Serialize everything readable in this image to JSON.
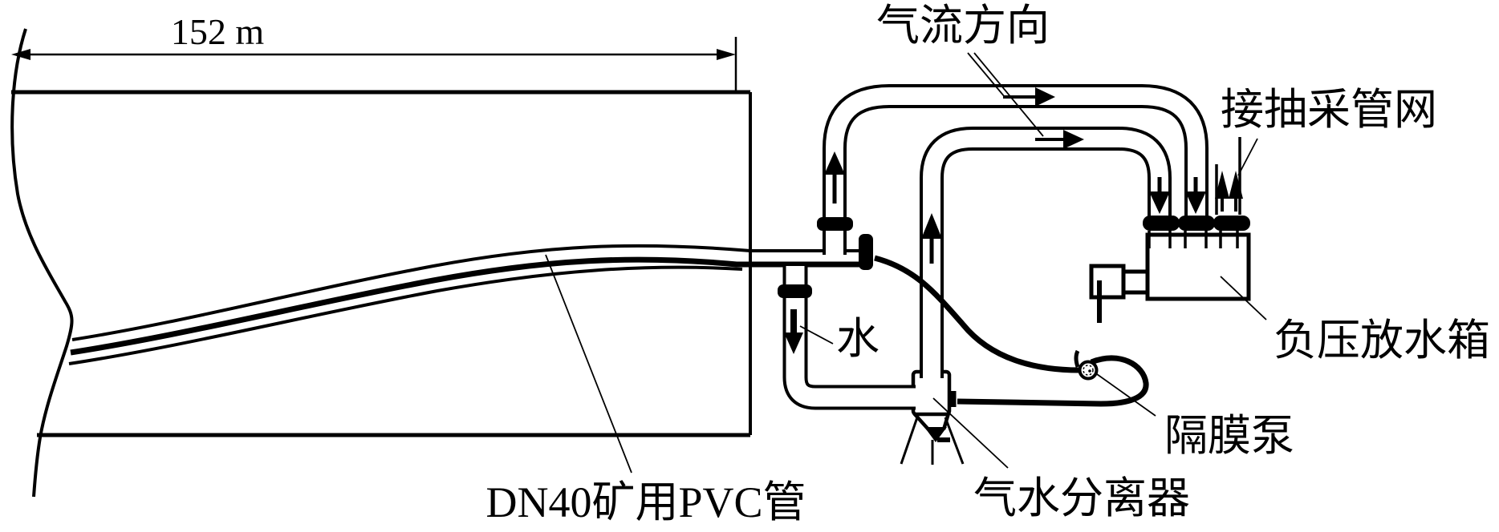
{
  "diagram": {
    "title_hint": "borehole gas drainage wellhead piping schematic",
    "dimension": {
      "value": "152 m"
    },
    "labels": {
      "airflow_direction": "气流方向",
      "to_extraction_network": "接抽采管网",
      "negative_pressure_tank": "负压放水箱",
      "diaphragm_pump": "隔膜泵",
      "gas_water_separator": "气水分离器",
      "water": "水",
      "pvc_pipe": "DN40矿用PVC管"
    },
    "colors": {
      "line": "#000000",
      "background": "#ffffff"
    }
  }
}
